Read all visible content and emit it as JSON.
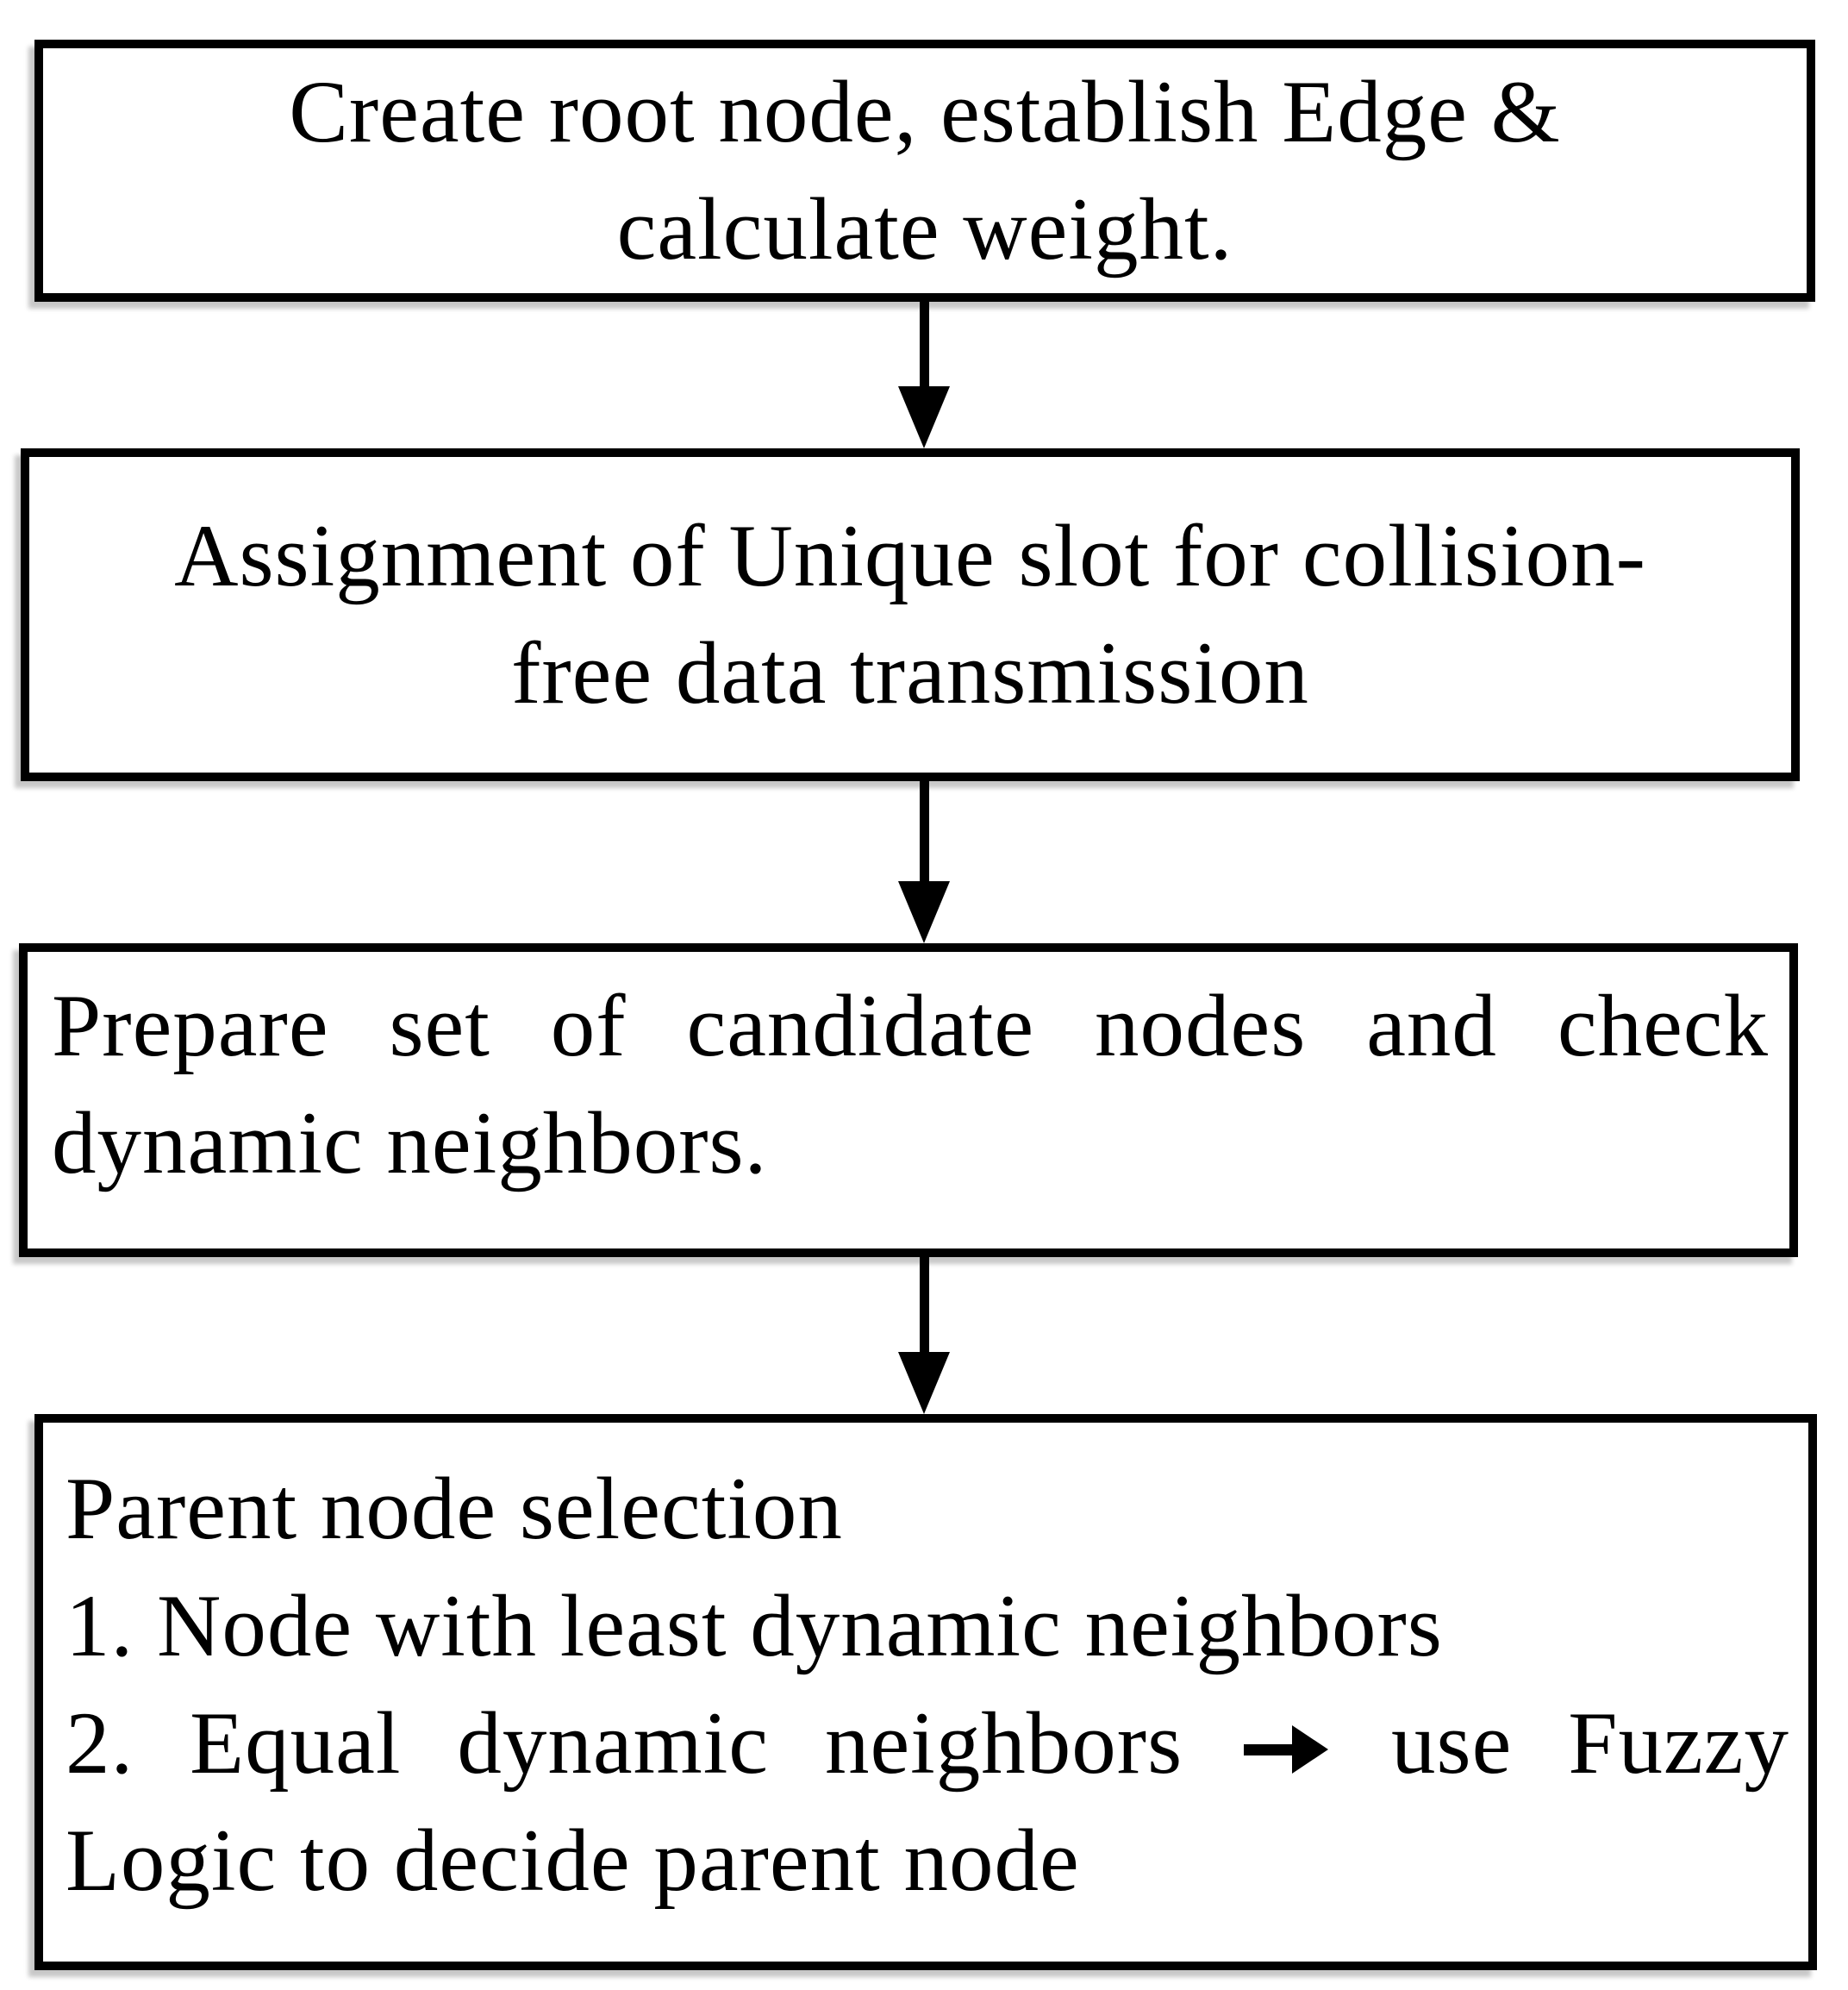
{
  "page": {
    "background_color": "#ffffff"
  },
  "flowchart": {
    "colors": {
      "box_border": "#000000",
      "box_fill": "#ffffff",
      "text": "#000000",
      "arrow": "#000000"
    },
    "box1": {
      "line1": "Create root node, establish Edge &",
      "line2": "calculate weight."
    },
    "box2": {
      "line1": "Assignment of Unique slot for collision-",
      "line2": "free data transmission"
    },
    "box3": {
      "line1": "Prepare set of candidate nodes and check",
      "line2": "dynamic neighbors."
    },
    "box4": {
      "line1": "Parent node selection",
      "line2": "1. Node with least dynamic neighbors",
      "line3_before_arrow": "2. Equal dynamic neighbors",
      "line3_after_arrow": "use Fuzzy",
      "line4": "Logic to decide parent node"
    }
  }
}
